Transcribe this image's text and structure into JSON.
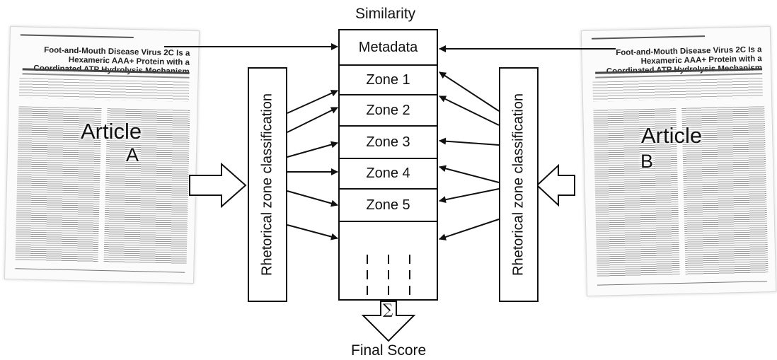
{
  "diagram": {
    "similarity_label": "Similarity",
    "final_score_label": "Final Score",
    "sum_symbol": "∑",
    "article_a": {
      "label_word": "Article",
      "label_letter": "A",
      "title": "Foot-and-Mouth Disease Virus 2C Is a Hexameric AAA+ Protein with a Coordinated ATP Hydrolysis Mechanism"
    },
    "article_b": {
      "label_word": "Article",
      "label_letter": "B",
      "title": "Foot-and-Mouth Disease Virus 2C Is a Hexameric AAA+ Protein with a Coordinated ATP Hydrolysis Mechanism"
    },
    "classifier_left": "Rhetorical zone classification",
    "classifier_right": "Rhetorical zone classification",
    "rows": [
      "Metadata",
      "Zone 1",
      "Zone 2",
      "Zone 3",
      "Zone 4",
      "Zone 5"
    ]
  }
}
